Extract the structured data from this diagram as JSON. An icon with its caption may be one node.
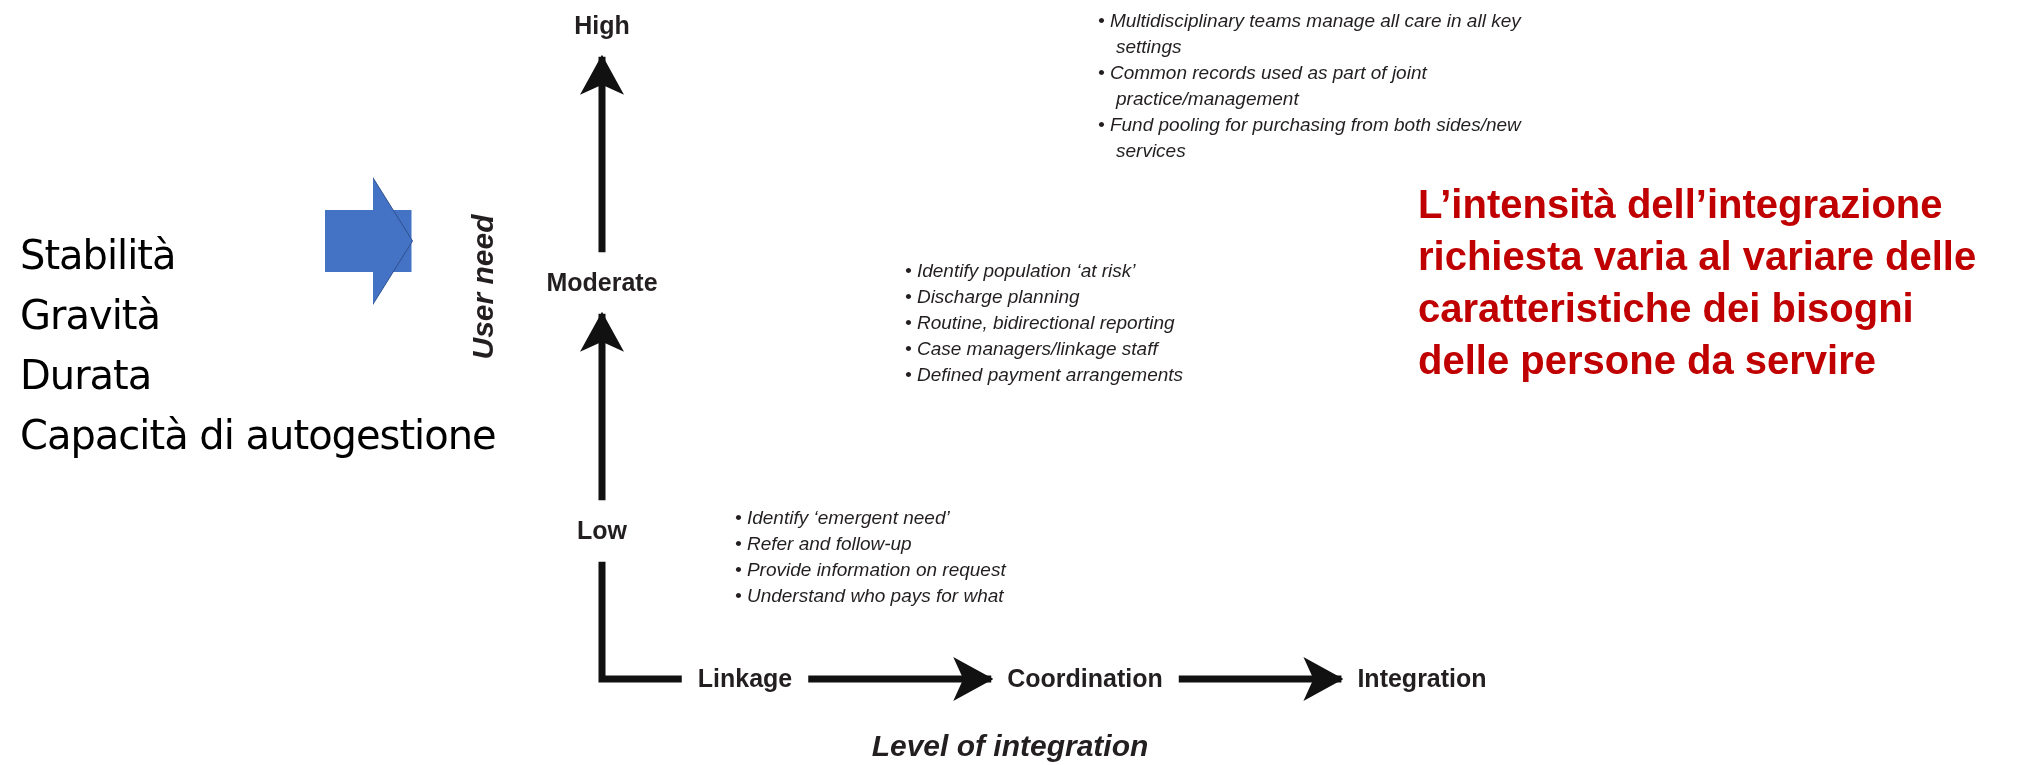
{
  "diagram": {
    "nodes": [
      {
        "text": [
          "Stabilità",
          "Gravità",
          "Durata",
          "Capacità di autogestione"
        ]
      },
      {
        "text": [
          "User need"
        ]
      },
      {
        "text": [
          "High"
        ]
      },
      {
        "text": [
          "Moderate"
        ]
      },
      {
        "text": [
          "Low"
        ]
      },
      {
        "text": [
          "Linkage"
        ]
      },
      {
        "text": [
          "Coordination"
        ]
      },
      {
        "text": [
          "Integration"
        ]
      }
    ],
    "edges": [
      {
        "from": 0,
        "to": 1,
        "arrow": "to",
        "style": "thick",
        "color": "#4472c4"
      },
      {
        "from": 3,
        "to": 2,
        "arrow": "to"
      },
      {
        "from": 4,
        "to": 3,
        "arrow": "to"
      },
      {
        "from": 4,
        "to": 5,
        "arrow": "none"
      },
      {
        "from": 5,
        "to": 6,
        "arrow": "to"
      },
      {
        "from": 6,
        "to": 7,
        "arrow": "to"
      }
    ],
    "labels": [
      "• Multidisciplinary teams manage all care in all key settings",
      "• Common records used as part of joint practice/management",
      "• Fund pooling for purchasing from both sides/new services",
      "L’intensità dell’integrazione richiesta varia al variare delle caratteristiche dei bisogni delle persone da servire",
      "• Identify population ‘at risk’",
      "• Discharge planning",
      "• Routine, bidirectional reporting",
      "• Case managers/linkage staff",
      "• Defined payment arrangements",
      "• Identify ‘emergent need’",
      "• Refer and follow-up",
      "• Provide information on request",
      "• Understand who pays for what",
      "Level of integration"
    ]
  }
}
